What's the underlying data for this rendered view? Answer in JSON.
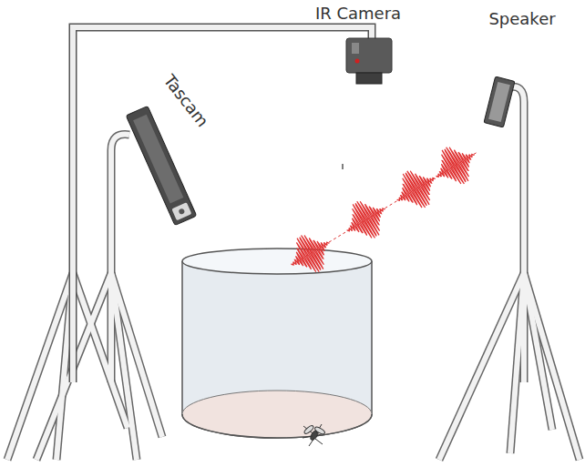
{
  "diagram": {
    "labels": [
      "IR Camera",
      "Tascam",
      "Speaker"
    ]
  }
}
